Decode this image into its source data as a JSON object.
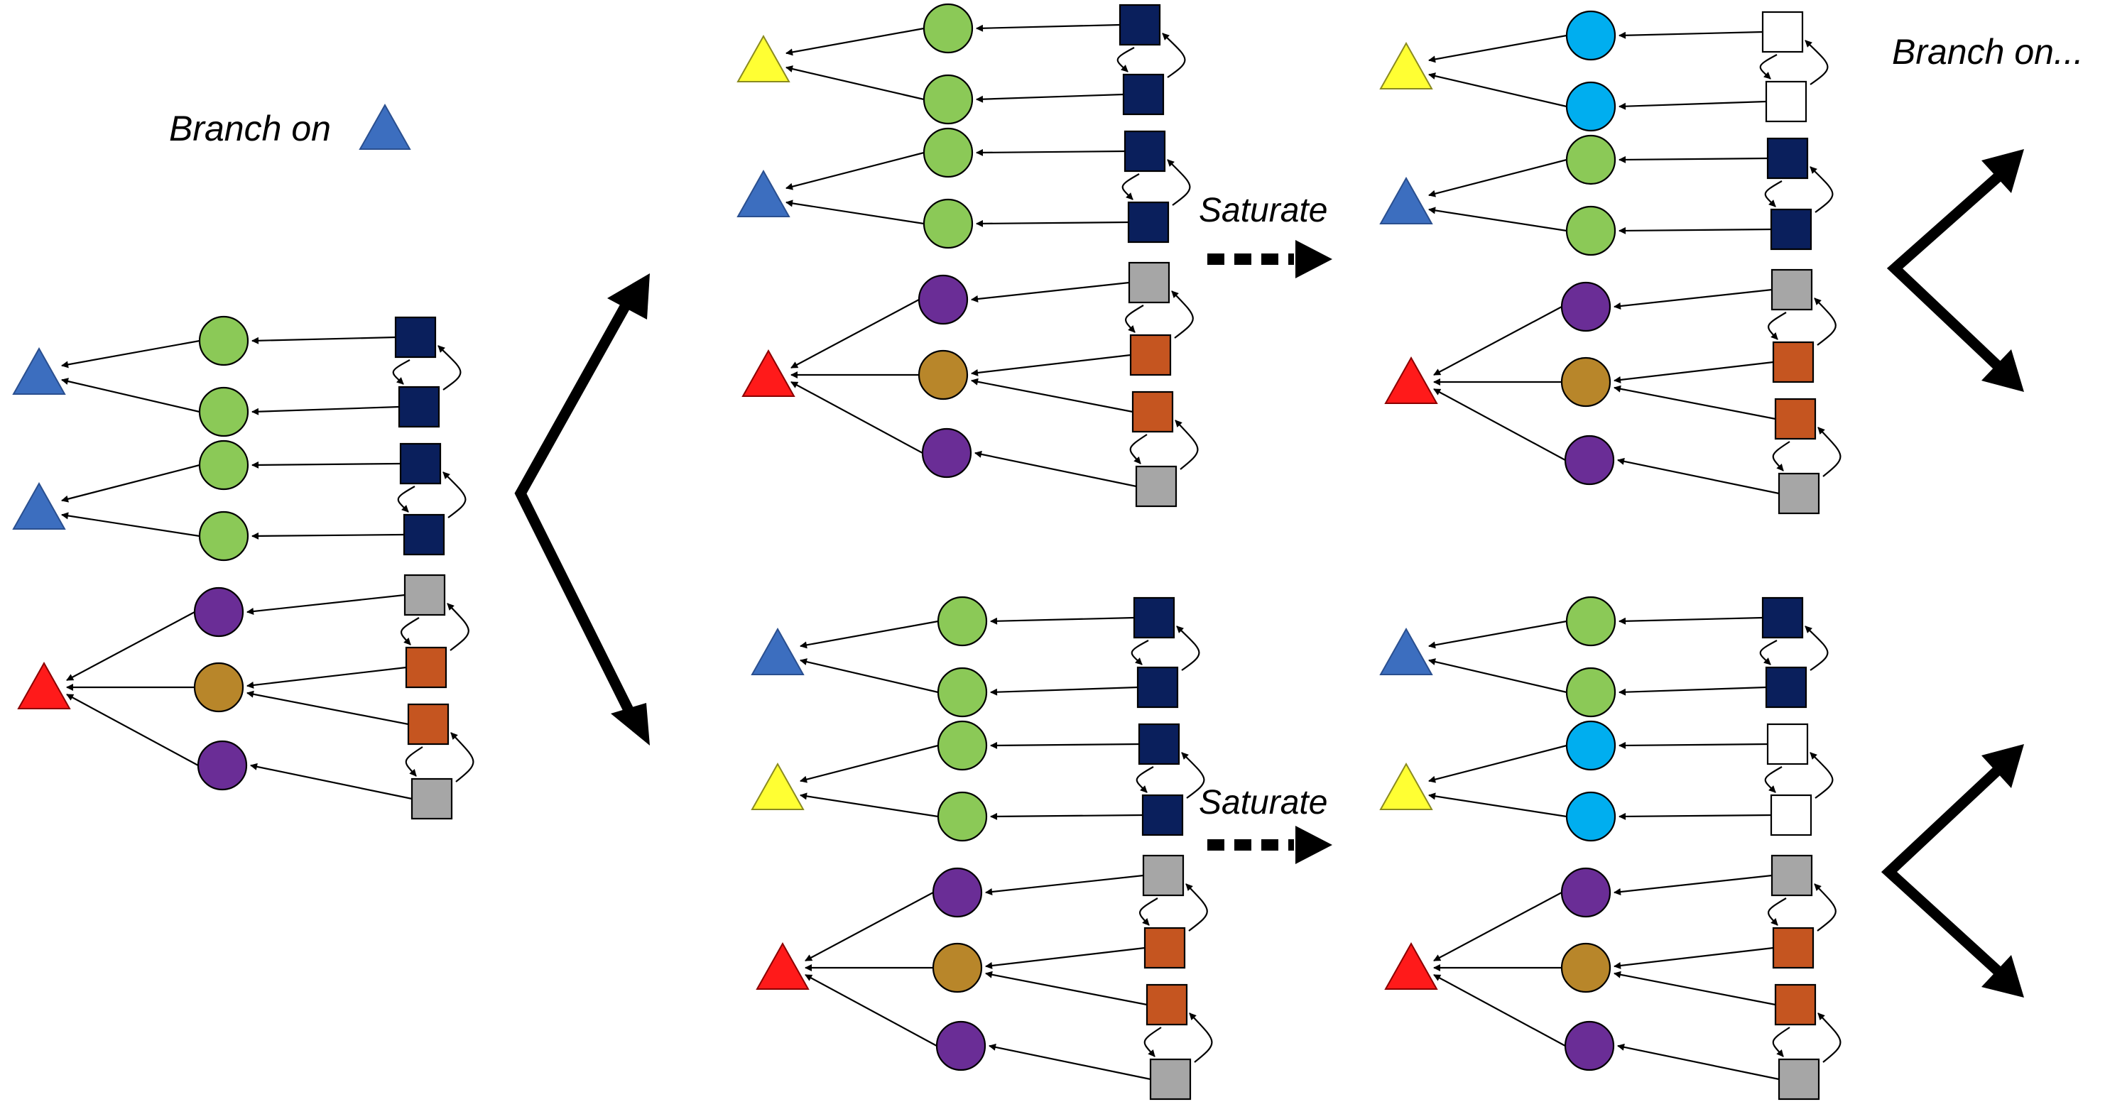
{
  "labels": {
    "branch_on": "Branch on",
    "branch_on_more": "Branch on...",
    "saturate_top": "Saturate",
    "saturate_bottom": "Saturate"
  },
  "colors": {
    "blue_triangle": "#3C6EBF",
    "yellow_triangle": "#FFFF33",
    "red_triangle": "#FF1A1A",
    "green_circle": "#8BC957",
    "cyan_circle": "#00AEEF",
    "purple_circle": "#6A2D96",
    "gold_circle": "#B8862A",
    "navy_square": "#0A1F5C",
    "white_square": "#FFFFFF",
    "gray_square": "#A6A6A6",
    "rust_square": "#C55520"
  },
  "states": [
    {
      "id": "initial",
      "triangles": [
        "blue",
        "blue",
        "red"
      ],
      "circles": [
        "green",
        "green",
        "green",
        "green",
        "purple",
        "gold",
        "purple"
      ],
      "squares": [
        "navy",
        "navy",
        "navy",
        "navy",
        "gray",
        "rust",
        "rust",
        "gray"
      ]
    },
    {
      "id": "branch-a",
      "triangles": [
        "yellow",
        "blue",
        "red"
      ],
      "circles": [
        "green",
        "green",
        "green",
        "green",
        "purple",
        "gold",
        "purple"
      ],
      "squares": [
        "navy",
        "navy",
        "navy",
        "navy",
        "gray",
        "rust",
        "rust",
        "gray"
      ]
    },
    {
      "id": "branch-a-saturated",
      "triangles": [
        "yellow",
        "blue",
        "red"
      ],
      "circles": [
        "cyan",
        "cyan",
        "green",
        "green",
        "purple",
        "gold",
        "purple"
      ],
      "squares": [
        "white",
        "white",
        "navy",
        "navy",
        "gray",
        "rust",
        "rust",
        "gray"
      ]
    },
    {
      "id": "branch-b",
      "triangles": [
        "blue",
        "yellow",
        "red"
      ],
      "circles": [
        "green",
        "green",
        "green",
        "green",
        "purple",
        "gold",
        "purple"
      ],
      "squares": [
        "navy",
        "navy",
        "navy",
        "navy",
        "gray",
        "rust",
        "rust",
        "gray"
      ]
    },
    {
      "id": "branch-b-saturated",
      "triangles": [
        "blue",
        "yellow",
        "red"
      ],
      "circles": [
        "green",
        "green",
        "cyan",
        "cyan",
        "purple",
        "gold",
        "purple"
      ],
      "squares": [
        "navy",
        "navy",
        "white",
        "white",
        "gray",
        "rust",
        "rust",
        "gray"
      ]
    }
  ]
}
